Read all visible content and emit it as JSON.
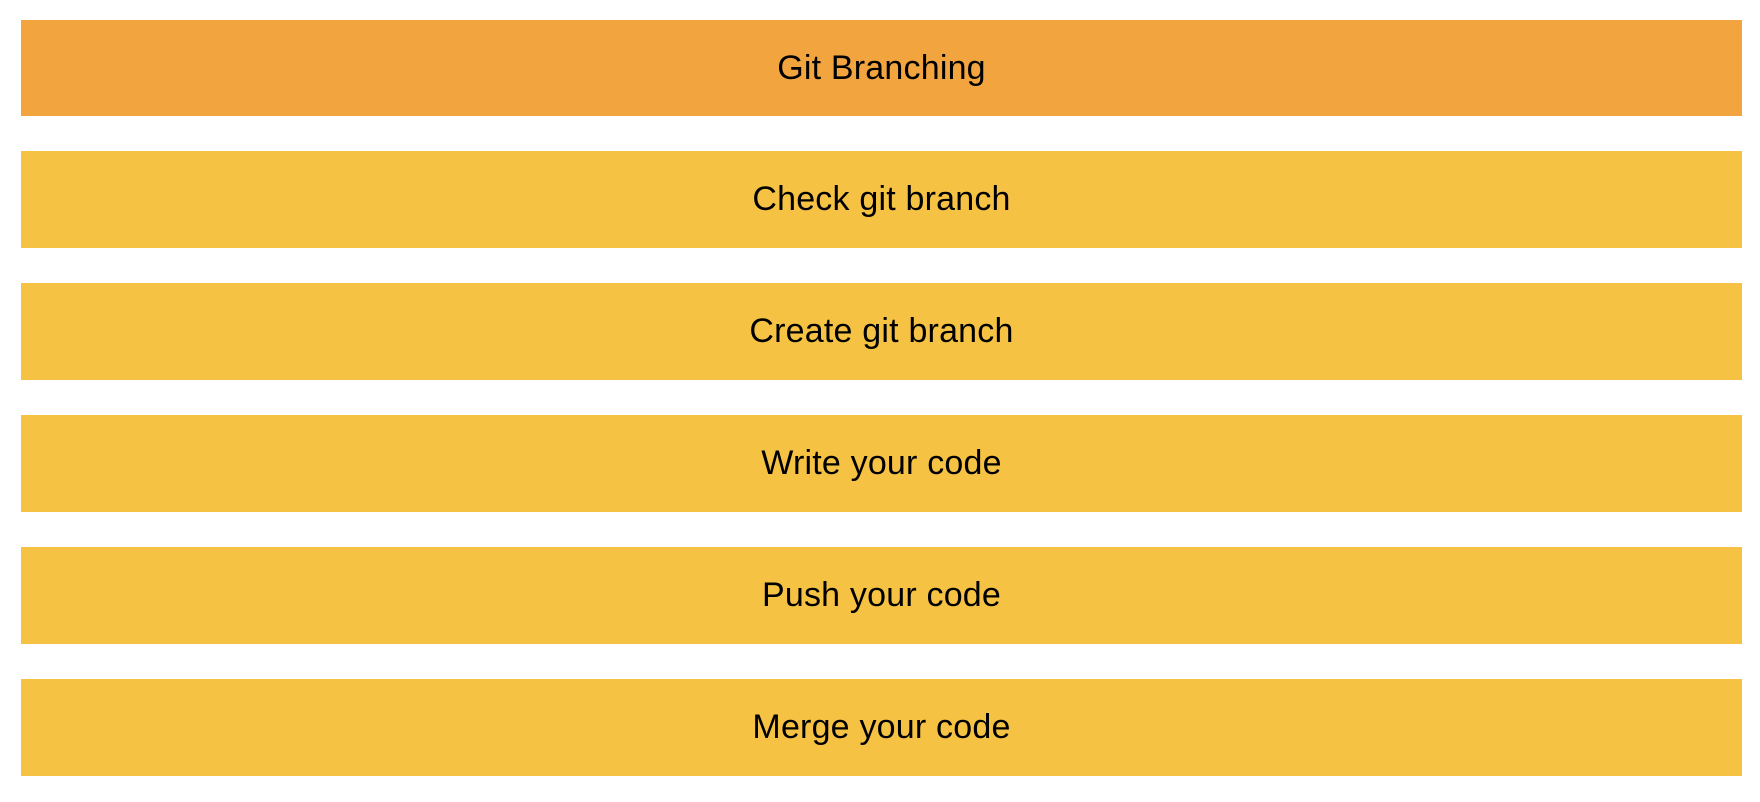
{
  "diagram": {
    "header": {
      "label": "Git Branching",
      "color": "#f2a43f"
    },
    "step_color": "#f5c243",
    "steps": [
      {
        "label": "Check git branch"
      },
      {
        "label": "Create git branch"
      },
      {
        "label": "Write your code"
      },
      {
        "label": "Push your code"
      },
      {
        "label": "Merge your code"
      }
    ]
  }
}
